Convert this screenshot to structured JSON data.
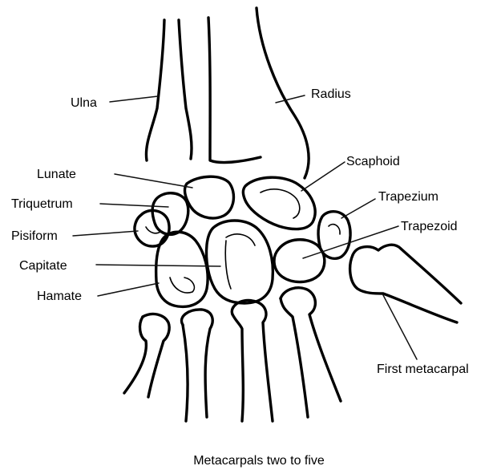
{
  "labels": {
    "ulna": "Ulna",
    "radius": "Radius",
    "lunate": "Lunate",
    "scaphoid": "Scaphoid",
    "triquetrum": "Triquetrum",
    "trapezium": "Trapezium",
    "pisiform": "Pisiform",
    "trapezoid": "Trapezoid",
    "capitate": "Capitate",
    "hamate": "Hamate",
    "first_metacarpal": "First metacarpal",
    "metacarpals_two_to_five": "Metacarpals two to five"
  },
  "colors": {
    "line": "#000000",
    "background": "#ffffff"
  }
}
